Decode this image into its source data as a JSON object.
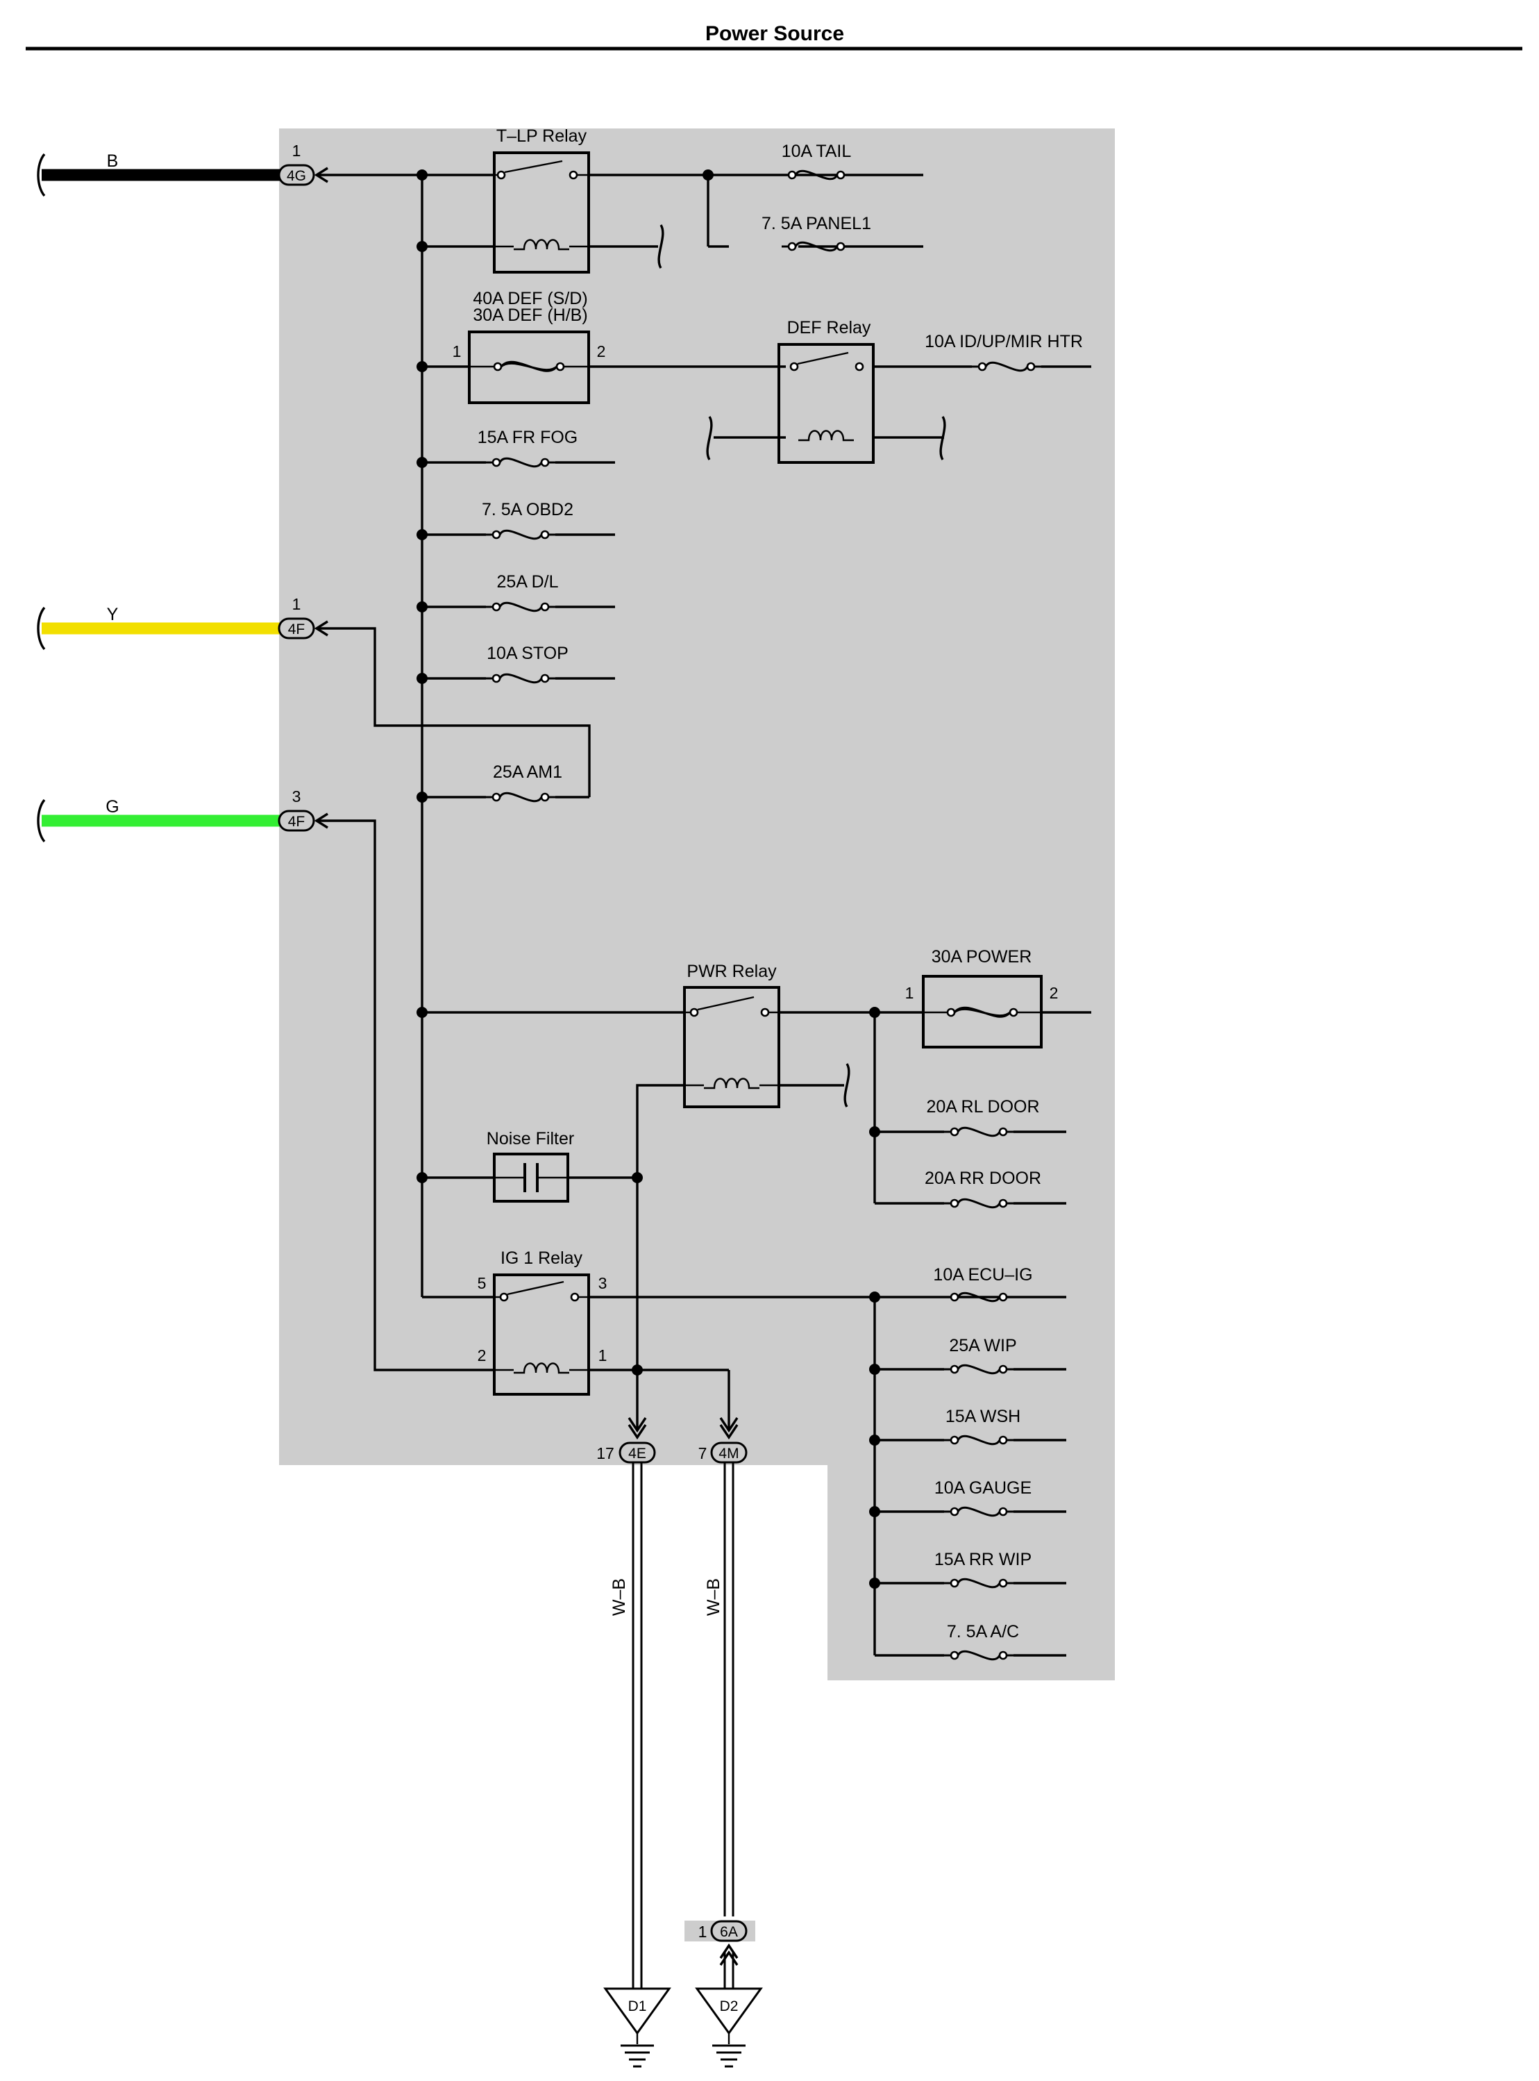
{
  "title": "Power Source",
  "colors": {
    "module_fill": "#cdcdcd",
    "wire_B": "#000000",
    "wire_Y": "#f2df00",
    "wire_G": "#33ee33"
  },
  "inputs": [
    {
      "color_code": "B",
      "pin": "1",
      "connector": "4G"
    },
    {
      "color_code": "Y",
      "pin": "1",
      "connector": "4F"
    },
    {
      "color_code": "G",
      "pin": "3",
      "connector": "4F"
    }
  ],
  "relays": {
    "tlp": "T–LP Relay",
    "def": "DEF Relay",
    "pwr": "PWR Relay",
    "ig1": "IG 1 Relay",
    "ig1_pins": {
      "p5": "5",
      "p3": "3",
      "p2": "2",
      "p1": "1"
    }
  },
  "fuses": {
    "tail": "10A TAIL",
    "panel1": "7. 5A PANEL1",
    "def_sd": "40A DEF (S/D)",
    "def_hb": "30A DEF (H/B)",
    "def_pin1": "1",
    "def_pin2": "2",
    "id_up_mir_htr": "10A ID/UP/MIR HTR",
    "fr_fog": "15A FR FOG",
    "obd2": "7. 5A OBD2",
    "dl": "25A D/L",
    "stop": "10A STOP",
    "am1": "25A AM1",
    "power": "30A POWER",
    "power_pin1": "1",
    "power_pin2": "2",
    "rl_door": "20A RL DOOR",
    "rr_door": "20A RR DOOR",
    "ecu_ig": "10A ECU–IG",
    "wip": "25A WIP",
    "wsh": "15A WSH",
    "gauge": "10A GAUGE",
    "rr_wip": "15A RR WIP",
    "ac": "7. 5A A/C"
  },
  "noise_filter": "Noise Filter",
  "outputs": [
    {
      "pin": "17",
      "connector": "4E",
      "wire": "W–B",
      "ground": "D1"
    },
    {
      "pin": "7",
      "connector": "4M",
      "wire": "W–B",
      "ground": "D2",
      "junction_pin": "1",
      "junction": "6A"
    }
  ]
}
